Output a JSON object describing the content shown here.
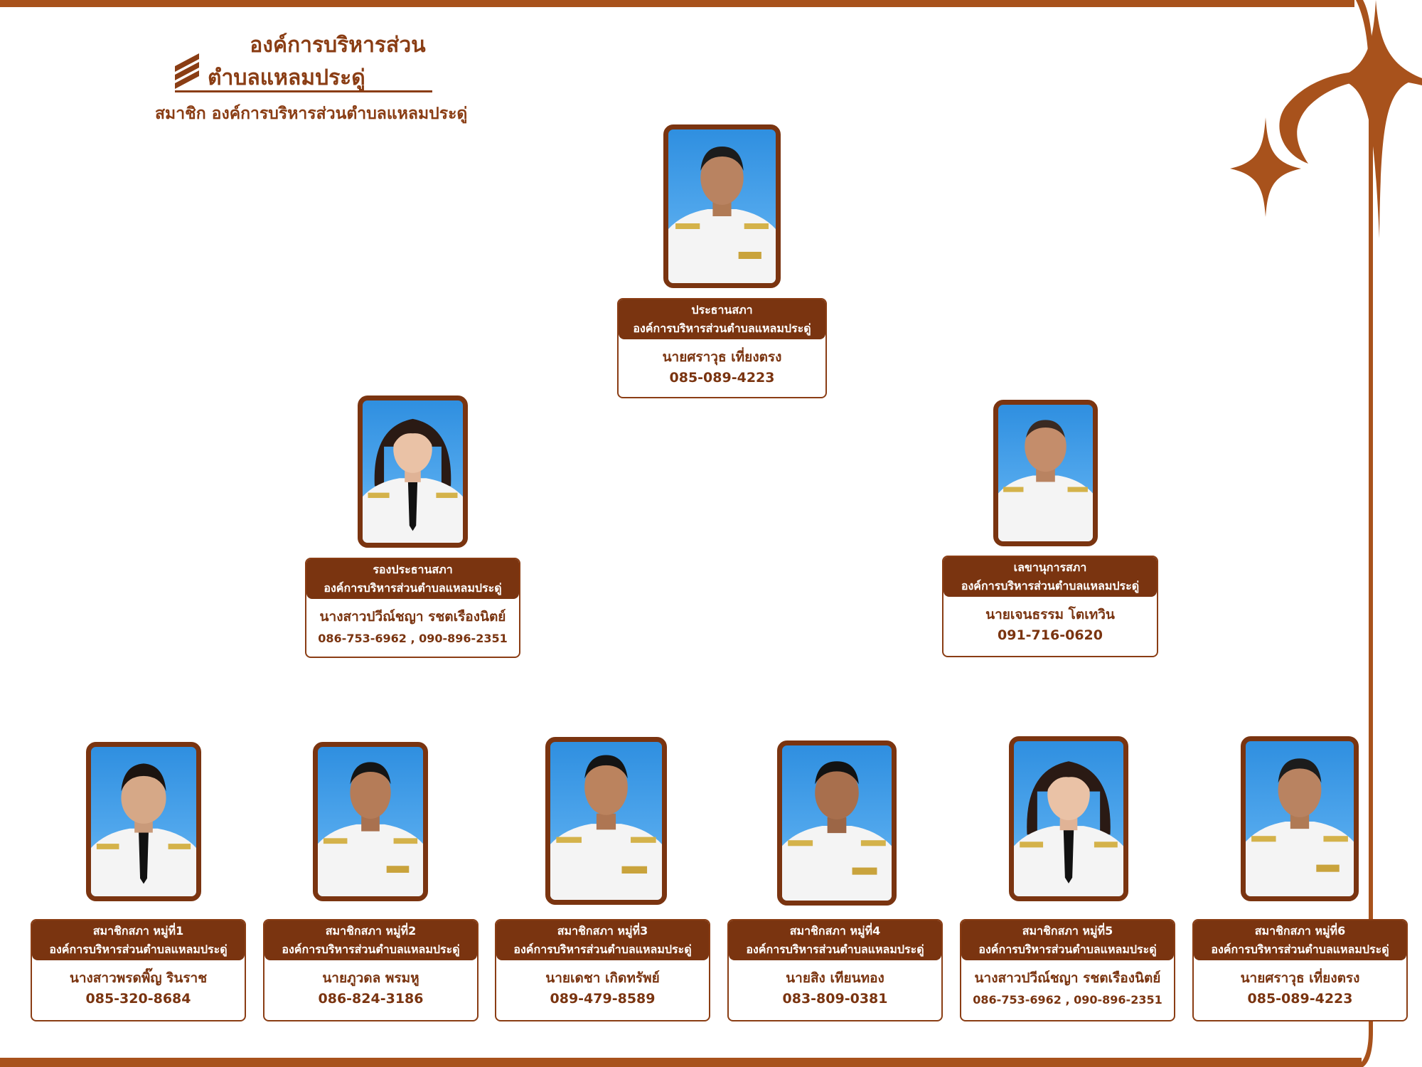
{
  "header": {
    "org_line1": "องค์การบริหารส่วน",
    "org_line2": "ตำบลแหลมประดู่",
    "page_title": "สมาชิก องค์การบริหารส่วนตำบลแหลมประดู่"
  },
  "colors": {
    "brand": "#8a3d14",
    "frame": "#a8521c",
    "photo_bg": "#3b97e6"
  },
  "members": {
    "president": {
      "role": "ประธานสภา",
      "org": "องค์การบริหารส่วนตำบลแหลมประดู่",
      "name": "นายศราวุธ เที่ยงตรง",
      "phone": "085-089-4223"
    },
    "vice_president": {
      "role": "รองประธานสภา",
      "org": "องค์การบริหารส่วนตำบลแหลมประดู่",
      "name": "นางสาวปวีณ์ชญา รชตเรืองนิตย์",
      "phone": "086-753-6962 , 090-896-2351"
    },
    "secretary": {
      "role": "เลขานุการสภา",
      "org": "องค์การบริหารส่วนตำบลแหลมประดู่",
      "name": "นายเจนธรรม โตเทวิน",
      "phone": "091-716-0620"
    },
    "village": [
      {
        "role": "สมาชิกสภา หมู่ที่1",
        "org": "องค์การบริหารส่วนตำบลแหลมประดู่",
        "name": "นางสาวพรดพิ๊ญ รินราช",
        "phone": "085-320-8684"
      },
      {
        "role": "สมาชิกสภา หมู่ที่2",
        "org": "องค์การบริหารส่วนตำบลแหลมประดู่",
        "name": "นายภูวดล พรมหู",
        "phone": "086-824-3186"
      },
      {
        "role": "สมาชิกสภา หมู่ที่3",
        "org": "องค์การบริหารส่วนตำบลแหลมประดู่",
        "name": "นายเดชา เกิดทรัพย์",
        "phone": "089-479-8589"
      },
      {
        "role": "สมาชิกสภา หมู่ที่4",
        "org": "องค์การบริหารส่วนตำบลแหลมประดู่",
        "name": "นายสิง เทียนทอง",
        "phone": "083-809-0381"
      },
      {
        "role": "สมาชิกสภา หมู่ที่5",
        "org": "องค์การบริหารส่วนตำบลแหลมประดู่",
        "name": "นางสาวปวีณ์ชญา รชตเรืองนิตย์",
        "phone": "086-753-6962 , 090-896-2351"
      },
      {
        "role": "สมาชิกสภา หมู่ที่6",
        "org": "องค์การบริหารส่วนตำบลแหลมประดู่",
        "name": "นายศราวุธ เที่ยงตรง",
        "phone": "085-089-4223"
      }
    ]
  }
}
